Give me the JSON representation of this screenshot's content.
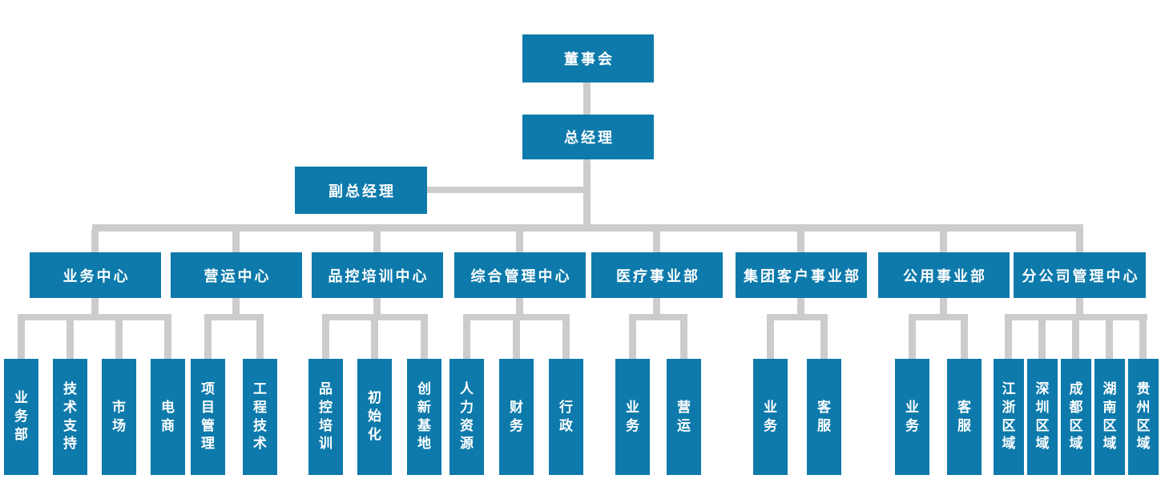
{
  "colors": {
    "node_fill": "#0d7aab",
    "node_text": "#ffffff",
    "connector": "#cccccc"
  },
  "org": {
    "board": {
      "label": "董事会"
    },
    "general_manager": {
      "label": "总经理"
    },
    "deputy_general_manager": {
      "label": "副总经理"
    },
    "departments": [
      {
        "label": "业务中心",
        "children": [
          {
            "label": "业务部"
          },
          {
            "label": "技术支持"
          },
          {
            "label": "市场"
          },
          {
            "label": "电商"
          }
        ]
      },
      {
        "label": "营运中心",
        "children": [
          {
            "label": "项目管理"
          },
          {
            "label": "工程技术"
          }
        ]
      },
      {
        "label": "品控培训中心",
        "children": [
          {
            "label": "品控培训"
          },
          {
            "label": "初始化"
          },
          {
            "label": "创新基地"
          }
        ]
      },
      {
        "label": "综合管理中心",
        "children": [
          {
            "label": "人力资源"
          },
          {
            "label": "财务"
          },
          {
            "label": "行政"
          }
        ]
      },
      {
        "label": "医疗事业部",
        "children": [
          {
            "label": "业务"
          },
          {
            "label": "营运"
          }
        ]
      },
      {
        "label": "集团客户事业部",
        "children": [
          {
            "label": "业务"
          },
          {
            "label": "客服"
          }
        ]
      },
      {
        "label": "公用事业部",
        "children": [
          {
            "label": "业务"
          },
          {
            "label": "客服"
          }
        ]
      },
      {
        "label": "分公司管理中心",
        "children": [
          {
            "label": "江浙区域"
          },
          {
            "label": "深圳区域"
          },
          {
            "label": "成都区域"
          },
          {
            "label": "湖南区域"
          },
          {
            "label": "贵州区域"
          }
        ]
      }
    ]
  }
}
